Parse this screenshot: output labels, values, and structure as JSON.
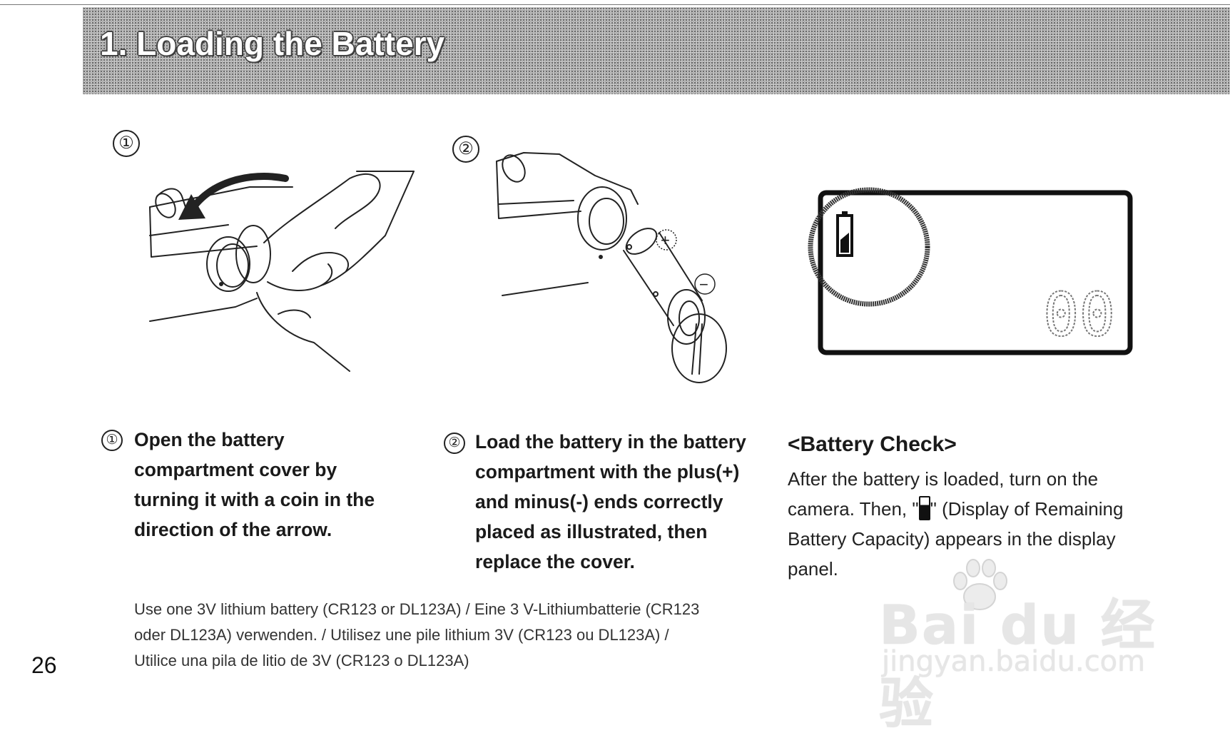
{
  "header": {
    "title": "1. Loading the Battery"
  },
  "figures": {
    "fig1_marker": "①",
    "fig2_marker": "②",
    "plus_symbol": "+",
    "minus_symbol": "−",
    "display_counter": "00"
  },
  "steps": [
    {
      "marker": "①",
      "lines": [
        "Open the battery",
        "compartment cover by",
        "turning it with a coin in the",
        "direction of the arrow."
      ]
    },
    {
      "marker": "②",
      "lines": [
        "Load the battery in the battery",
        "compartment with the plus(+)",
        "and minus(-) ends correctly",
        "placed as illustrated, then",
        "replace the cover."
      ]
    }
  ],
  "battery_check": {
    "heading": "<Battery Check>",
    "text_before_icon": "After the battery is loaded, turn on the camera. Then, \"",
    "text_after_icon": "\" (Display of Remaining Battery Capacity)  appears in the display panel."
  },
  "note": {
    "lines": [
      "Use one 3V lithium battery (CR123 or DL123A) / Eine 3 V-Lithiumbatterie (CR123",
      "oder DL123A) verwenden. / Utilisez une pile lithium 3V (CR123 ou DL123A) /",
      "Utilice una pila de litio de 3V (CR123 o DL123A)"
    ]
  },
  "page_number": "26",
  "watermark": {
    "logo": "Bai du 经验",
    "url": "jingyan.baidu.com"
  },
  "colors": {
    "band": "#a9a9a9",
    "ink": "#1a1a1a"
  },
  "icons": [
    "battery-level-icon",
    "curved-arrow-icon",
    "paw-icon"
  ]
}
